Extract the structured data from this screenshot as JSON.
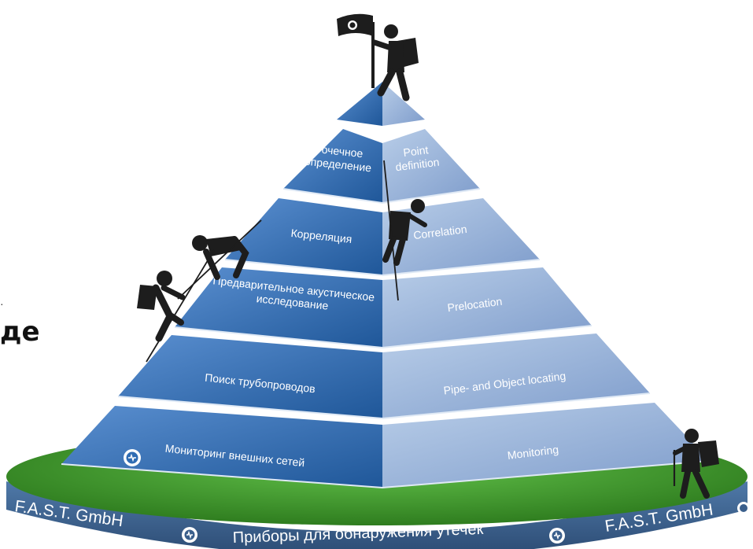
{
  "side_text": "де",
  "side_dot": "·",
  "colors": {
    "left_face": "#2f6cb3",
    "right_face": "#9ab6da",
    "base_band": "#3a5f8c",
    "grass": "#3e9a2a",
    "climber": "#1d1d1d"
  },
  "levels": [
    {
      "left_lines": [],
      "right_lines": []
    },
    {
      "left_lines": [
        "Точечное",
        "определение"
      ],
      "right_lines": [
        "Point",
        "definition"
      ]
    },
    {
      "left_lines": [
        "Корреляция"
      ],
      "right_lines": [
        "Correlation"
      ]
    },
    {
      "left_lines": [
        "Предварительное акустическое",
        "исследование"
      ],
      "right_lines": [
        "Prelocation"
      ]
    },
    {
      "left_lines": [
        "Поиск трубопроводов"
      ],
      "right_lines": [
        "Pipe- and Object locating"
      ]
    },
    {
      "left_lines": [
        "Мониторинг внешних сетей"
      ],
      "right_lines": [
        "Monitoring"
      ]
    }
  ],
  "base": {
    "left_brand": "F.A.S.T. GmbH",
    "center_text": "Приборы для обнаружения утечек",
    "right_brand": "F.A.S.T. GmbH"
  },
  "icons": [
    "flag-icon",
    "fast-logo-icon",
    "climber-icon"
  ]
}
